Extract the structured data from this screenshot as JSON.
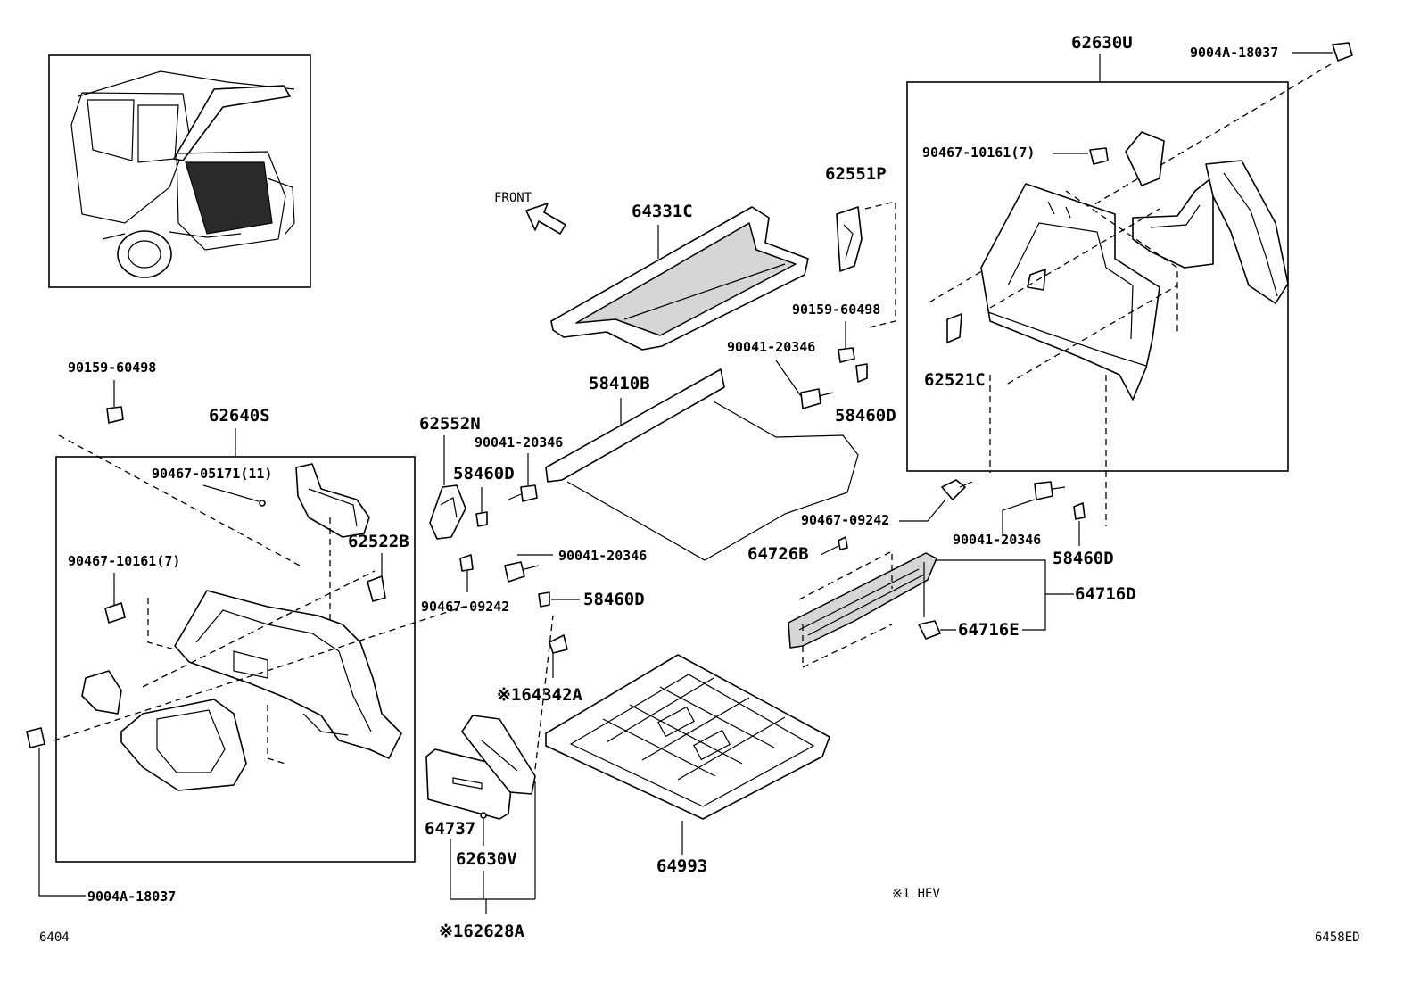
{
  "labels": {
    "front": "FRONT",
    "p62630U": "62630U",
    "p9004A_18037_top": "9004A-18037",
    "p9004A_18037_bottom": "9004A-18037",
    "p90467_10161_right": "90467-10161(7)",
    "p90467_10161_left": "90467-10161(7)",
    "p62551P": "62551P",
    "p64331C": "64331C",
    "p90159_60498_right": "90159-60498",
    "p90159_60498_left": "90159-60498",
    "p90041_20346_a": "90041-20346",
    "p90041_20346_b": "90041-20346",
    "p90041_20346_c": "90041-20346",
    "p90041_20346_d": "90041-20346",
    "p58460D_a": "58460D",
    "p58460D_b": "58460D",
    "p58460D_c": "58460D",
    "p58460D_d": "58460D",
    "p62521C": "62521C",
    "p58410B": "58410B",
    "p62640S": "62640S",
    "p62552N": "62552N",
    "p90467_05171": "90467-05171(11)",
    "p62522B": "62522B",
    "p90467_09242_right": "90467-09242",
    "p90467_09242_left": "90467-09242",
    "p64726B": "64726B",
    "p64716D": "64716D",
    "p64716E": "64716E",
    "p64342A": "※164342A",
    "p64737": "64737",
    "p62630V": "62630V",
    "p64993": "64993",
    "p62628A": "※162628A",
    "note_hev": "※1 HEV",
    "page_code_left": "6404",
    "page_code_right": "6458ED"
  }
}
